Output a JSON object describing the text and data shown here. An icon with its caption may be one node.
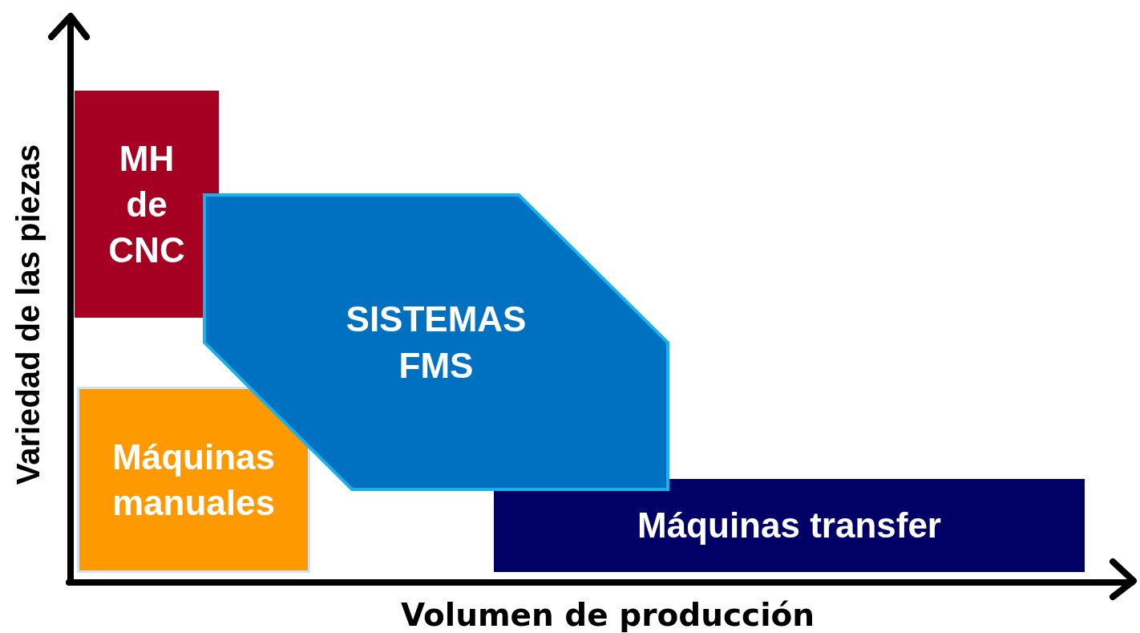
{
  "diagram": {
    "nodes": [
      {
        "text": [
          "MH de CNC"
        ]
      },
      {
        "text": [
          "SISTEMAS FMS"
        ]
      },
      {
        "text": [
          "Máquinas manuales"
        ]
      },
      {
        "text": [
          "Máquinas transfer"
        ]
      }
    ],
    "labels": [
      "Variedad de las piezas",
      "Volumen de producción"
    ]
  }
}
